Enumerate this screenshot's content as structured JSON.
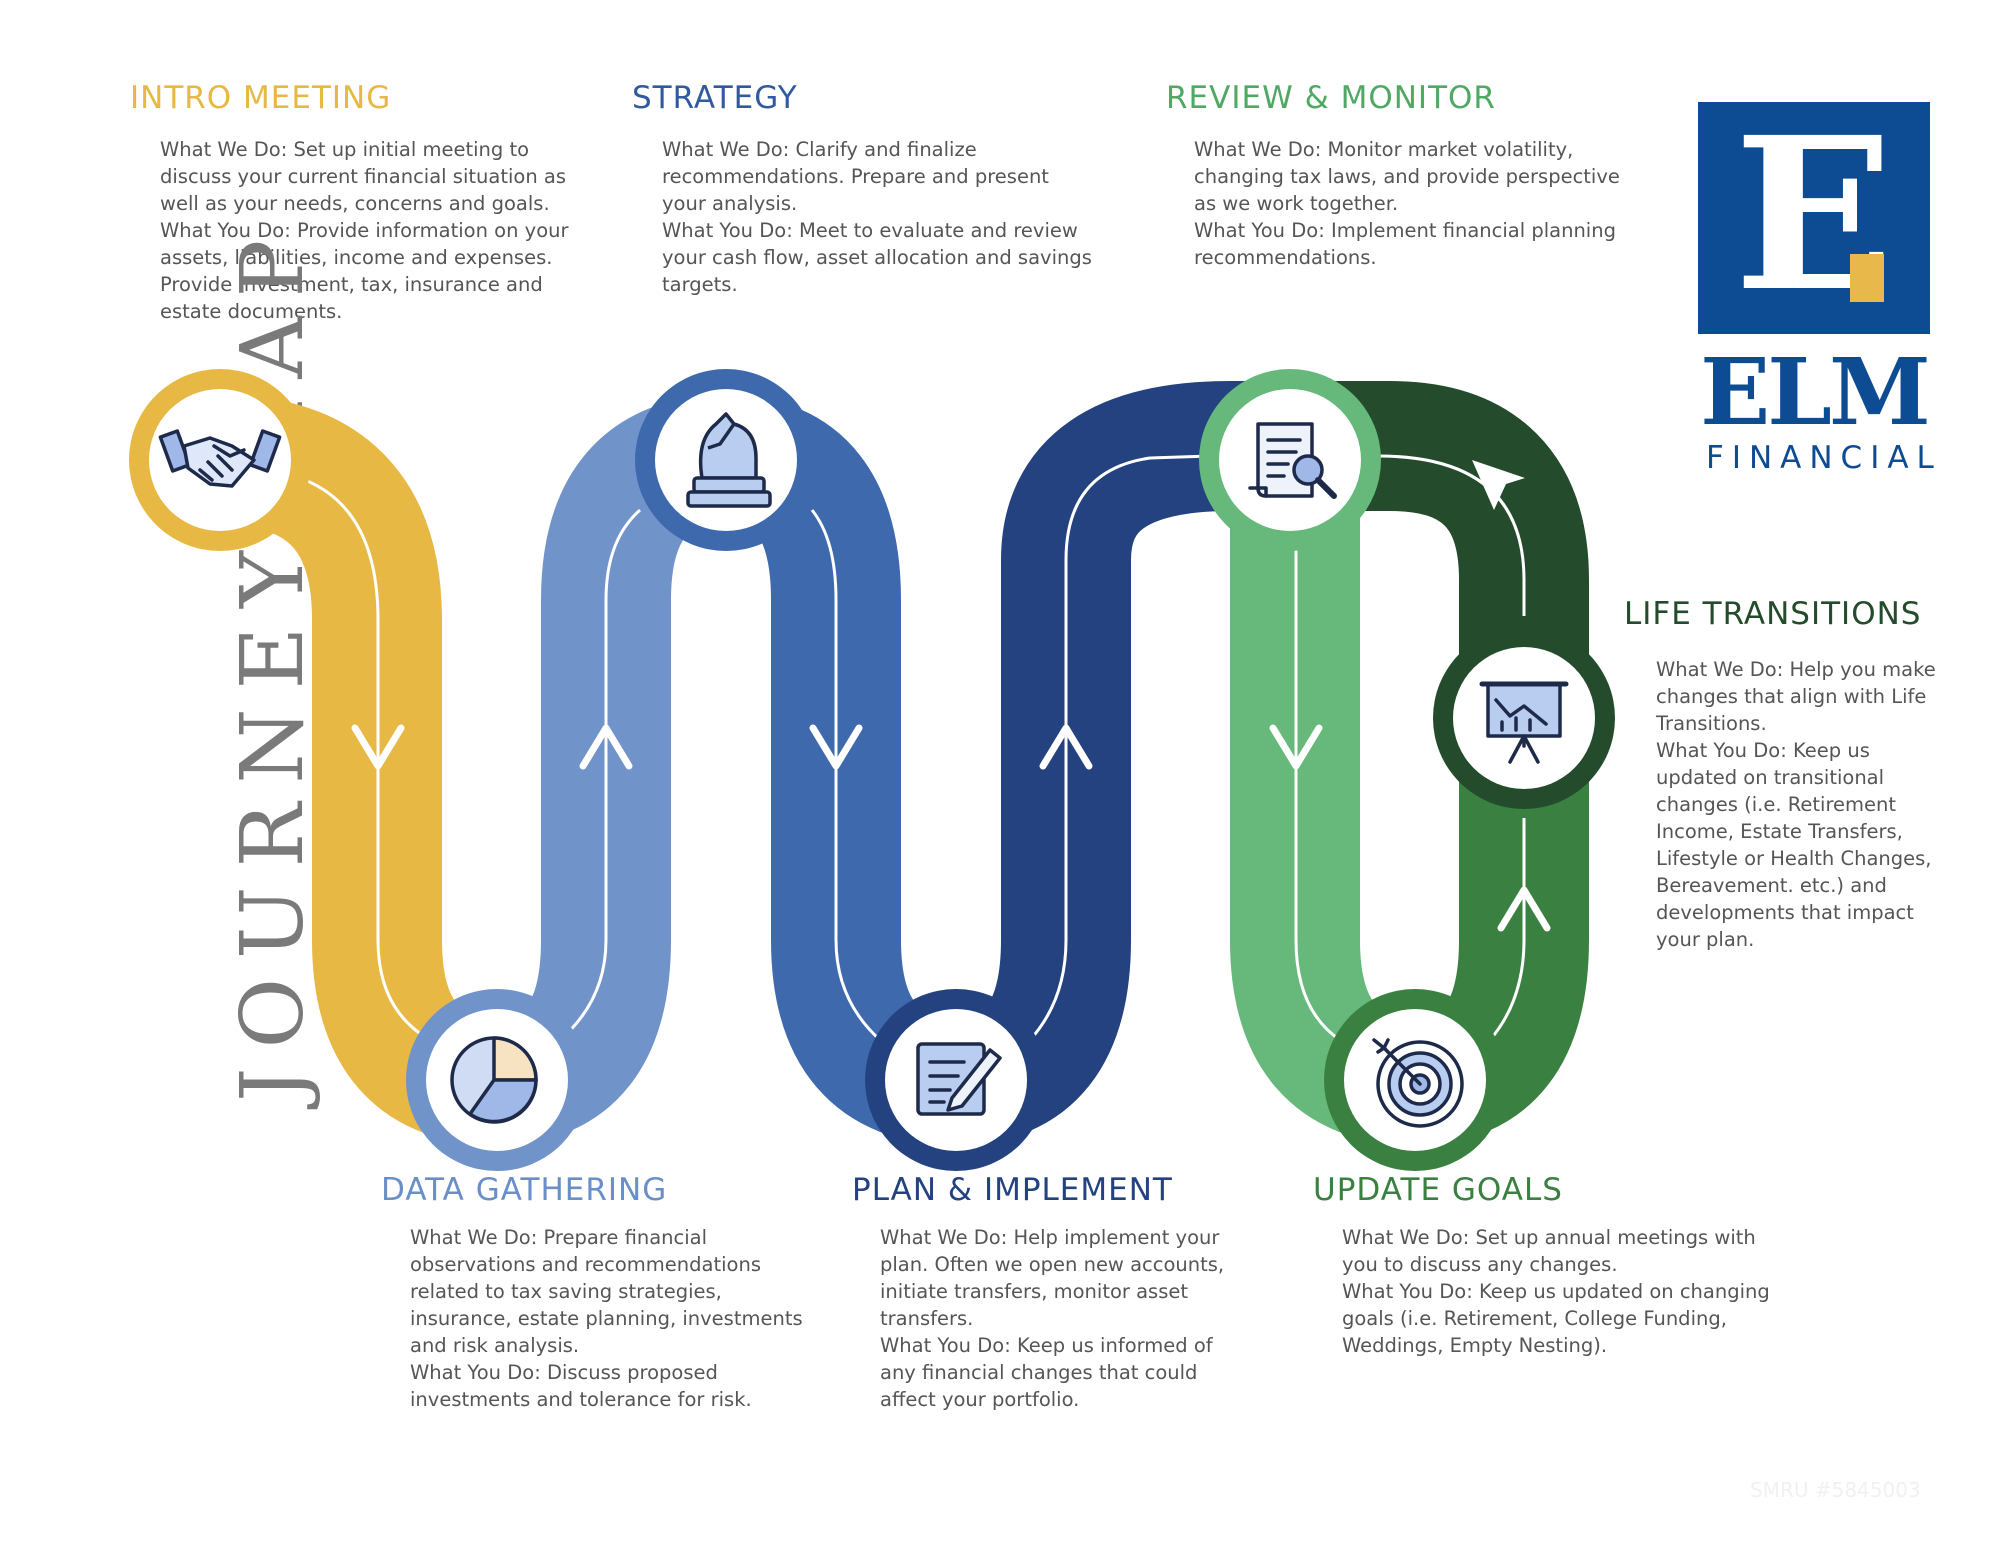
{
  "colors": {
    "intro": "#e8b844",
    "data_gathering": "#7093ca",
    "strategy": "#3e69ad",
    "plan": "#23427f",
    "review": "#66b97a",
    "update": "#3a8040",
    "life": "#234b2c",
    "logo_blue": "#0d4c93",
    "logo_gold": "#e9b84a",
    "body_text": "#555555",
    "title_gray": "#7a7a7a"
  },
  "title": "JOURNEY MAP",
  "logo": {
    "letter": "E",
    "wordmark": "ELM",
    "subtitle": "FINANCIAL"
  },
  "watermark": "SMRU #5845003",
  "steps": {
    "intro": {
      "heading": "INTRO MEETING",
      "icon": "handshake-icon",
      "lines": [
        "What We Do: Set up initial meeting to",
        "discuss your current financial situation as",
        "well as your needs, concerns and goals.",
        "What You Do: Provide information on your",
        "assets, liabilities, income and expenses.",
        "Provide investment, tax, insurance and",
        "estate documents."
      ]
    },
    "strategy": {
      "heading": "STRATEGY",
      "icon": "chess-knight-icon",
      "lines": [
        "What We Do: Clarify and finalize",
        "recommendations. Prepare and present",
        "your analysis.",
        "What You Do: Meet to evaluate and review",
        "your cash flow, asset allocation and savings",
        "targets."
      ]
    },
    "review": {
      "heading": "REVIEW & MONITOR",
      "icon": "document-search-icon",
      "lines": [
        "What We Do: Monitor market volatility,",
        "changing tax laws, and provide perspective",
        "as we work together.",
        "What You Do: Implement financial planning",
        "recommendations."
      ]
    },
    "life": {
      "heading": "LIFE TRANSITIONS",
      "icon": "presentation-chart-icon",
      "lines": [
        "What We Do: Help you make",
        "changes that align with Life",
        "Transitions.",
        "What You Do: Keep us",
        "updated on transitional",
        "changes (i.e. Retirement",
        "Income, Estate Transfers,",
        "Lifestyle or Health Changes,",
        "Bereavement. etc.) and",
        "developments that impact",
        "your plan."
      ]
    },
    "data": {
      "heading": "DATA GATHERING",
      "icon": "pie-chart-icon",
      "lines": [
        "What We Do: Prepare financial",
        "observations and recommendations",
        "related to tax saving strategies,",
        "insurance, estate planning, investments",
        "and risk analysis.",
        "What You Do: Discuss proposed",
        "investments and tolerance for risk."
      ]
    },
    "plan": {
      "heading": "PLAN & IMPLEMENT",
      "icon": "notepad-pen-icon",
      "lines": [
        "What We Do: Help implement your",
        "plan. Often we open new accounts,",
        "initiate transfers, monitor asset",
        "transfers.",
        "What You Do: Keep us informed of",
        "any financial changes that could",
        "affect your portfolio."
      ]
    },
    "update": {
      "heading": "UPDATE GOALS",
      "icon": "target-icon",
      "lines": [
        "What We Do: Set up annual meetings with",
        "you to discuss any changes.",
        "What You Do: Keep us updated on changing",
        "goals (i.e. Retirement, College Funding,",
        "Weddings, Empty Nesting)."
      ]
    }
  }
}
